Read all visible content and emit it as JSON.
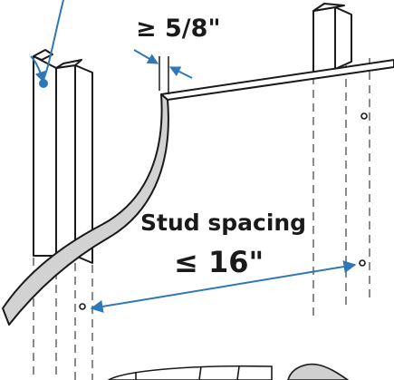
{
  "labels": {
    "gap": "≥ 5/8\"",
    "spacing_title": "Stud spacing",
    "spacing_value": "≤ 16\""
  },
  "colors": {
    "ink": "#1a1a1a",
    "dimension": "#2e78b7",
    "hidden_line": "#8a8a8a",
    "background": "#ffffff"
  },
  "icons": {
    "gap_arrows": "arrow-pair",
    "spacing_arrow": "double-headed-arrow",
    "bend_arrow": "curved-arrow"
  }
}
